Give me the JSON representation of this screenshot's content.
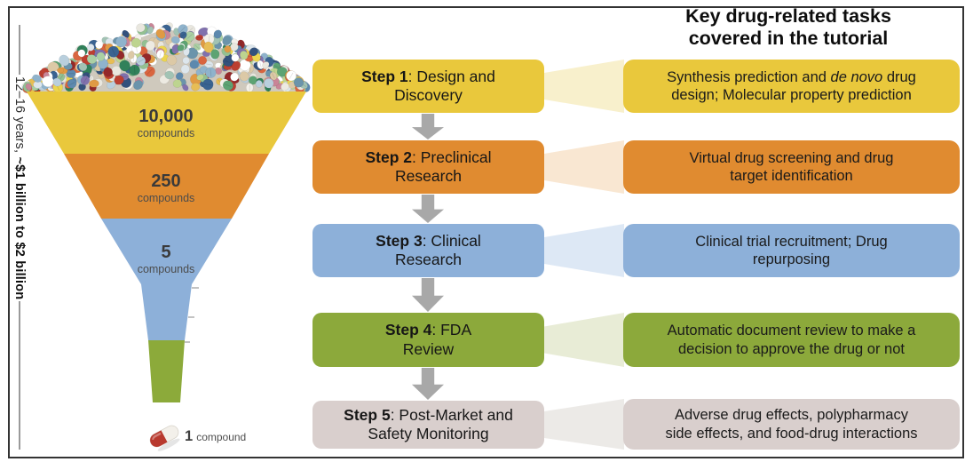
{
  "frame": {
    "border_color": "#333333"
  },
  "timeline": {
    "normal": "12–16 years, ",
    "bold": "~$1 billion to $2 billion"
  },
  "funnel": {
    "stages": [
      {
        "value": "10,000",
        "unit": "compounds",
        "color": "#e9c83c"
      },
      {
        "value": "250",
        "unit": "compounds",
        "color": "#e08b30"
      },
      {
        "value": "5",
        "unit": "compounds",
        "color": "#8db0d9"
      },
      {
        "value": "",
        "unit": "",
        "color": "#8caa3a"
      }
    ],
    "outcome": {
      "value": "1",
      "unit": "compound"
    },
    "pill_icon_colors": {
      "red": "#b8392e",
      "white": "#f3f0ea"
    }
  },
  "header": {
    "title_line1": "Key drug-related tasks",
    "title_line2": "covered in the tutorial"
  },
  "arrow_color": "#a8a8a8",
  "pipeline": [
    {
      "step_bold": "Step 1",
      "step_rest": ": Design and\nDiscovery",
      "box_color": "#e9c83c",
      "connector_color": "#f8f0cc",
      "task_pre": "Synthesis prediction and ",
      "task_italic": "de novo",
      "task_post": " drug\ndesign; Molecular property prediction"
    },
    {
      "step_bold": "Step 2",
      "step_rest": ": Preclinical\nResearch",
      "box_color": "#e08b30",
      "connector_color": "#f9e7d2",
      "task_pre": "Virtual drug screening and drug\ntarget identification",
      "task_italic": "",
      "task_post": ""
    },
    {
      "step_bold": "Step 3",
      "step_rest": ": Clinical\nResearch",
      "box_color": "#8db0d9",
      "connector_color": "#dde8f5",
      "task_pre": "Clinical trial recruitment; Drug\nrepurposing",
      "task_italic": "",
      "task_post": ""
    },
    {
      "step_bold": "Step 4",
      "step_rest": ": FDA\nReview",
      "box_color": "#8ca93b",
      "connector_color": "#e8ecd6",
      "task_pre": "Automatic document review to make a\ndecision to approve the drug or not",
      "task_italic": "",
      "task_post": ""
    },
    {
      "step_bold": "Step 5",
      "step_rest": ": Post-Market and\nSafety Monitoring",
      "box_color": "#d9cfcd",
      "connector_color": "#eceae7",
      "task_pre": "Adverse drug effects, polypharmacy\nside effects, and food-drug interactions",
      "task_italic": "",
      "task_post": ""
    }
  ]
}
